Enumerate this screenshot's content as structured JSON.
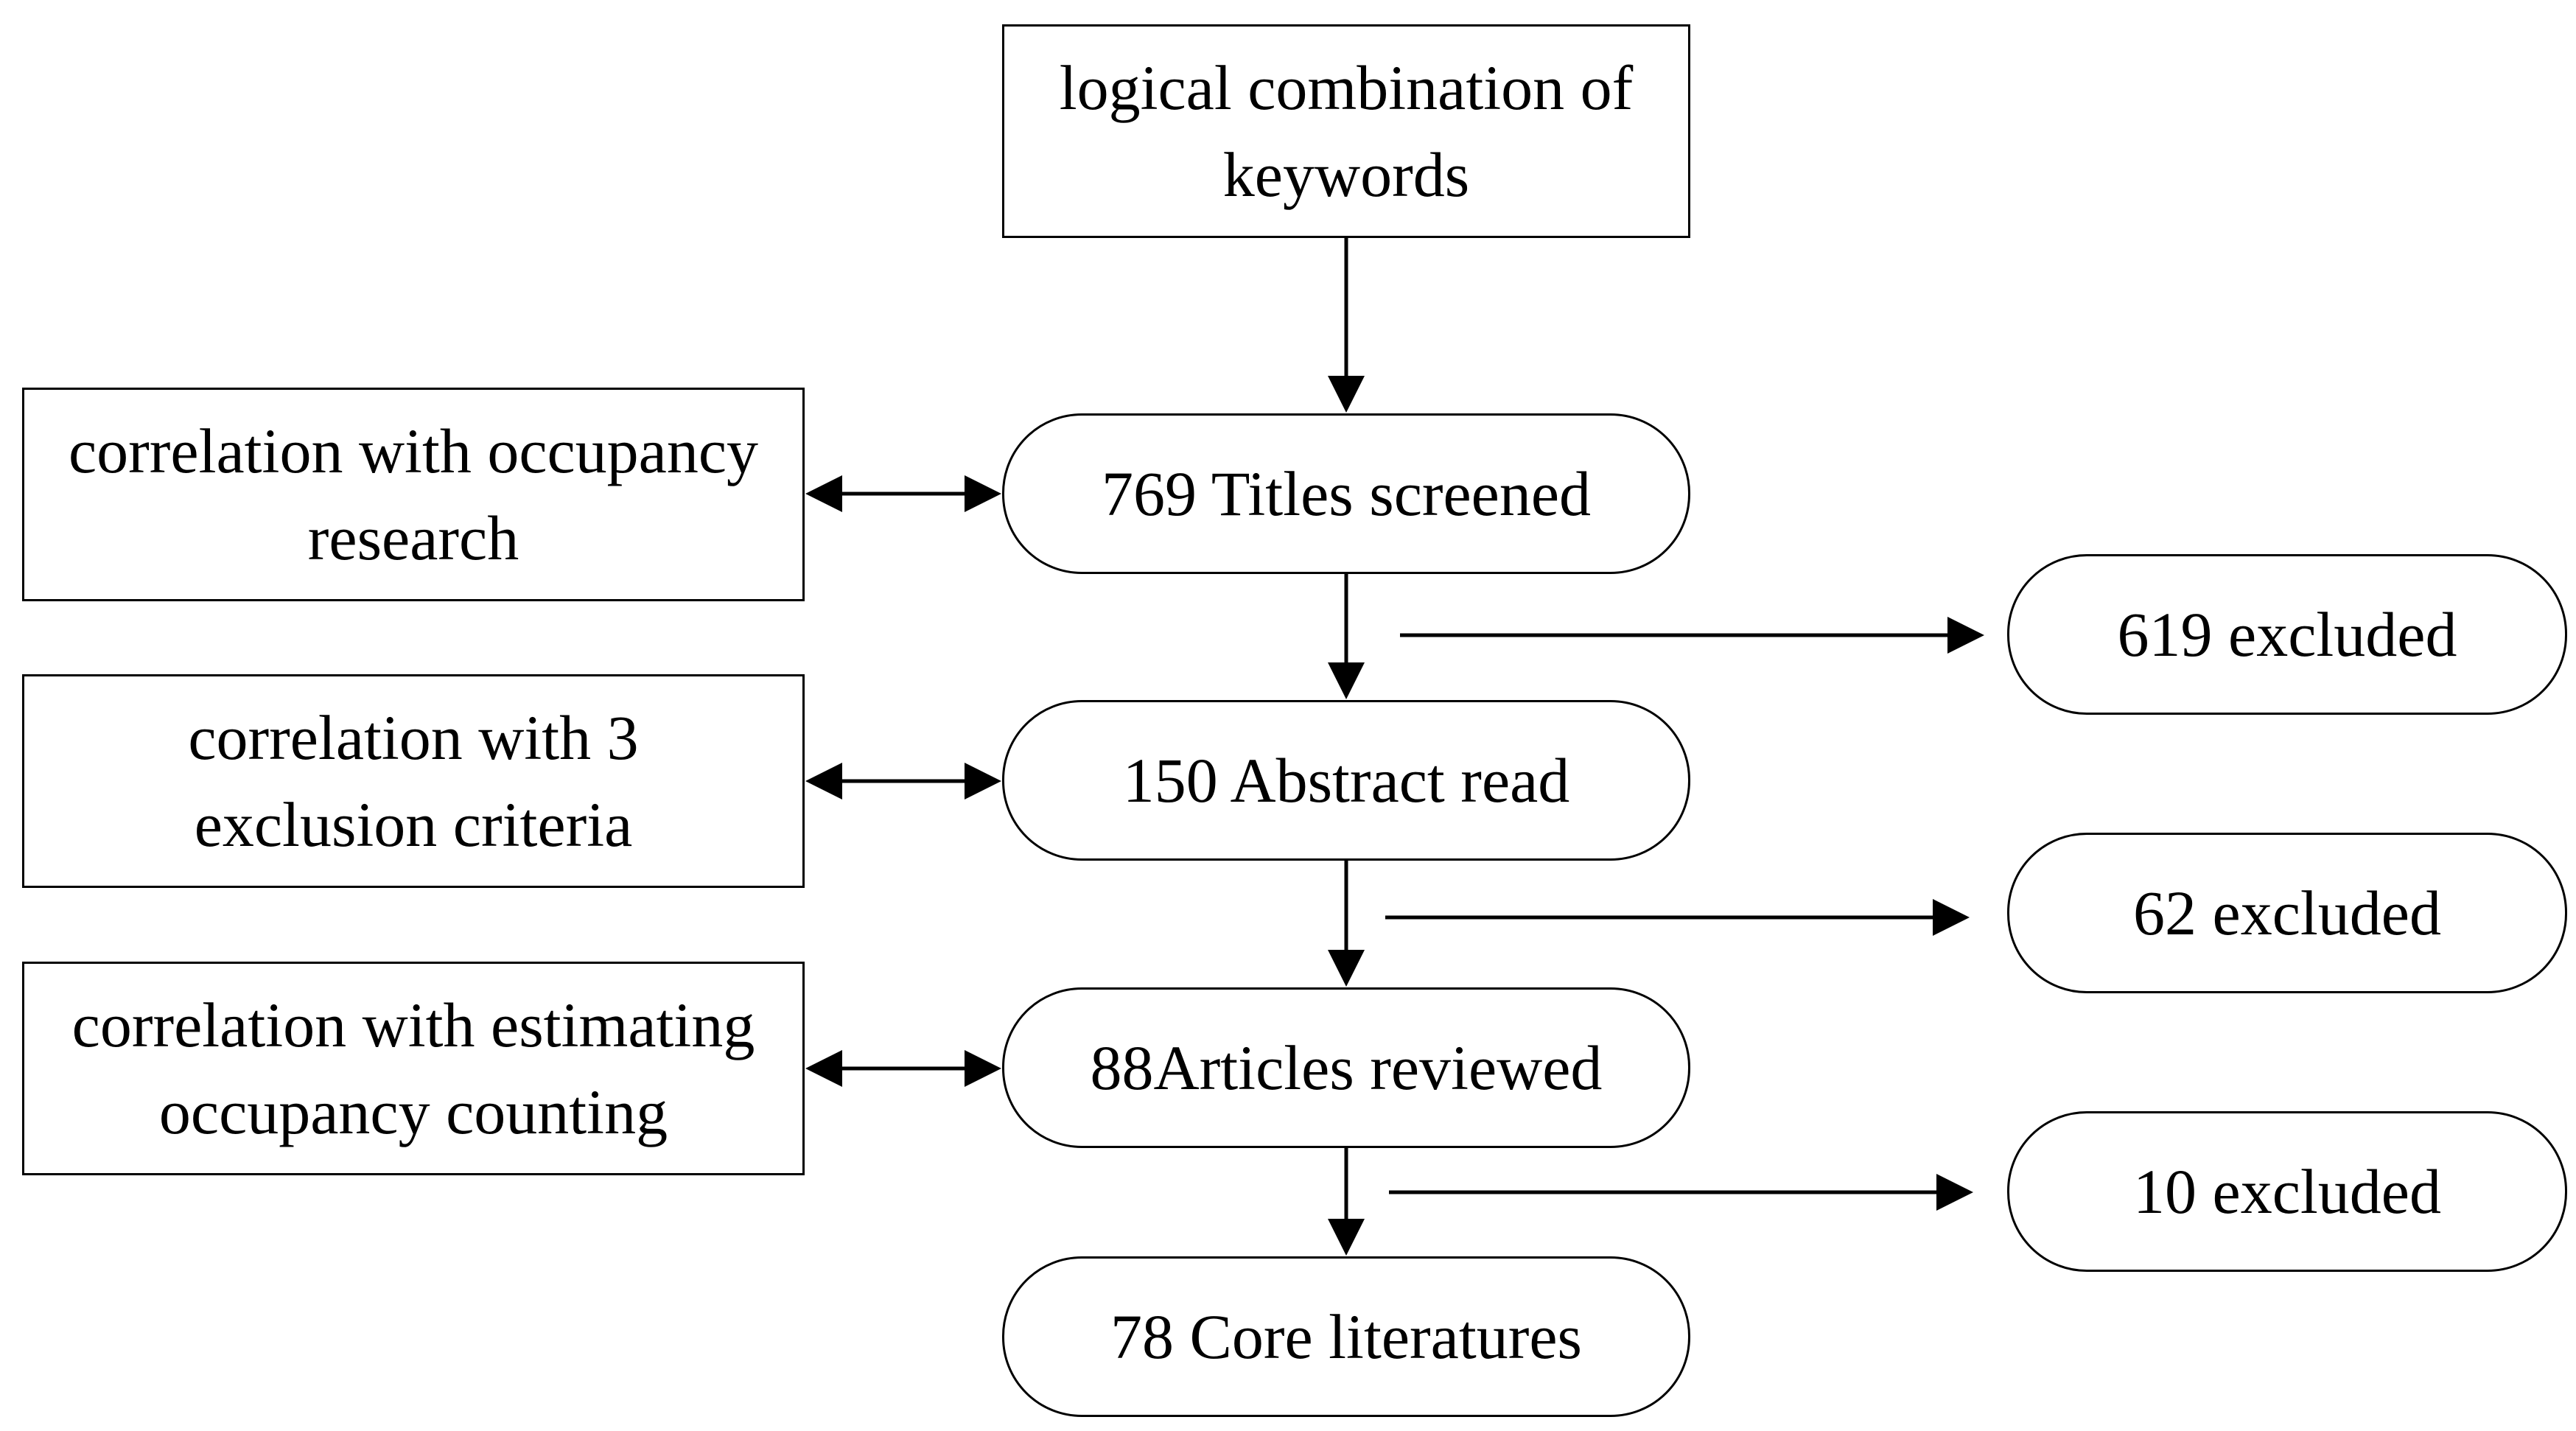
{
  "flow": {
    "keywords": "logical combination of\nkeywords",
    "titles": "769 Titles screened",
    "abstract": "150 Abstract read",
    "articles": "88Articles reviewed",
    "core": "78 Core literatures"
  },
  "criteria": {
    "occupancy_research": "correlation with occupancy\nresearch",
    "exclusion_criteria": "correlation with 3\nexclusion criteria",
    "estimating_counting": "correlation with estimating\noccupancy counting"
  },
  "exclusions": {
    "titles_excluded": "619 excluded",
    "abstract_excluded": "62 excluded",
    "articles_excluded": "10 excluded"
  }
}
